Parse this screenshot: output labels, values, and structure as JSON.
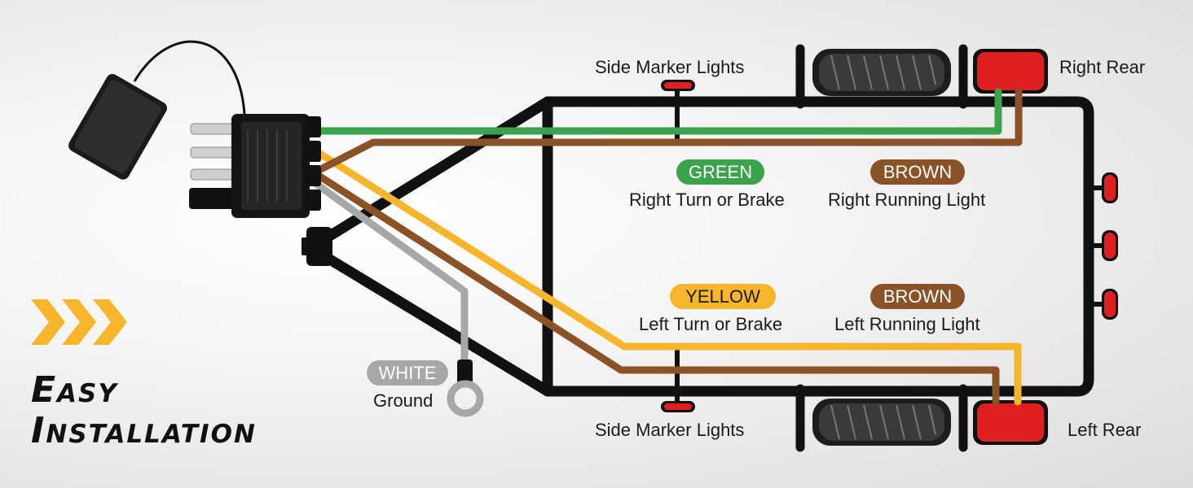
{
  "title": {
    "line1": "Easy",
    "line2": "Installation"
  },
  "labels": {
    "side_marker_top": "Side Marker Lights",
    "side_marker_bottom": "Side Marker Lights",
    "right_rear": "Right Rear",
    "left_rear": "Left Rear",
    "ground": "Ground"
  },
  "wires": [
    {
      "color_name": "GREEN",
      "function": "Right Turn or Brake",
      "hex": "#3aa34c"
    },
    {
      "color_name": "BROWN",
      "function": "Right Running Light",
      "hex": "#8b5228"
    },
    {
      "color_name": "YELLOW",
      "function": "Left Turn or Brake",
      "hex": "#f7b52b"
    },
    {
      "color_name": "BROWN",
      "function": "Left Running Light",
      "hex": "#8b5228"
    },
    {
      "color_name": "WHITE",
      "hex": "#a7a7a7"
    }
  ],
  "colors": {
    "frame": "#111111",
    "lamp_red": "#e02020",
    "arrow_accent": "#f7b52b"
  },
  "icons": [
    "connector-plug-icon",
    "dust-cap-icon",
    "coupler-icon",
    "tire-icon",
    "tail-light-icon",
    "ring-terminal-icon",
    "chevron-arrows-icon"
  ]
}
